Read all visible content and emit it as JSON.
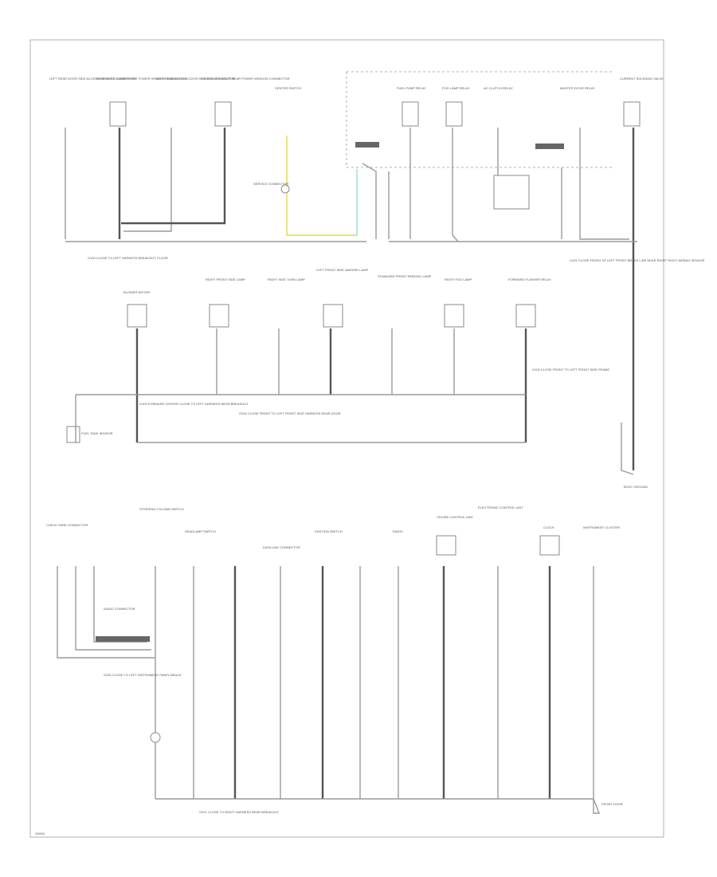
{
  "footer": {
    "page_code": "G0000"
  },
  "labels": {
    "t1": "LEFT REAR DOOR SIDE ACCESS KEYLESS CONNECTOR",
    "t2": "PASSENGER DOOR FRONT POWER WINDOW CONNECTOR",
    "t3": "LEFT REAR DOOR ACCESS KEYLESS CONNECTOR",
    "t4": "PASSENGER DOOR REAR POWER WINDOW CONNECTOR",
    "t5": "CENTER SWITCH",
    "t6": "FUEL PUMP RELAY",
    "t7": "FOG LAMP RELAY",
    "t8": "AC CLUTCH RELAY",
    "t9": "MASTER DOOR RELAY",
    "t10": "CURRENT SOLENOID VALVE",
    "t11": "SERVICE CONNECTOR",
    "t12": "G100 CLOSE TO LEFT HARNESS BREAKOUT, FLOOR",
    "t13": "G101 CLOSE FRONT OF LEFT FRONT BRAKE LINE NEAR RIGHT RIGHT AIRBAG SENSOR",
    "t14": "G102 CLOSE FRONT TO LEFT FRONT SIDE FRAME",
    "t15": "BLOWER MOTOR",
    "t16": "RIGHT FRONT SIDE LAMP",
    "t17": "RIGHT SIDE TURN LAMP",
    "t18": "LEFT FRONT SIDE MARKER LAMP",
    "t19": "STANDARD FRONT PARKING LAMP",
    "t20": "RIGHT FOG LAMP",
    "t21": "FORWARD FLASHER RELAY",
    "t22": "FUEL TANK SENSOR",
    "t23": "G103 FORWARD CENTER CLOSE TO LEFT HARNESS NEAR BREAKOUT",
    "t24": "G104 CLOSE FRONT TO LEFT FRONT SIDE HARNESS NEAR DOOR",
    "t25": "CHECK WIRE CONNECTOR",
    "t26": "STEERING COLUMN SWITCH",
    "t27": "HEADLAMP SWITCH",
    "t28": "DATA LINK CONNECTOR",
    "t29": "IGNITION SWITCH",
    "t30": "RADIO",
    "t31": "CRUISE CONTROL UNIT",
    "t32": "ELECTRONIC CONTROL UNIT",
    "t33": "CLOCK",
    "t34": "INSTRUMENT CLUSTER",
    "t35": "G200 CLOSE TO LEFT INSTRUMENT PANEL BRACE",
    "t36": "G201 CLOSE TO RIGHT HARNESS NEAR BREAKOUT",
    "t37": "BODY GROUND",
    "t38": "AUDIO CONNECTOR",
    "t39": "FRONT DOOR"
  }
}
